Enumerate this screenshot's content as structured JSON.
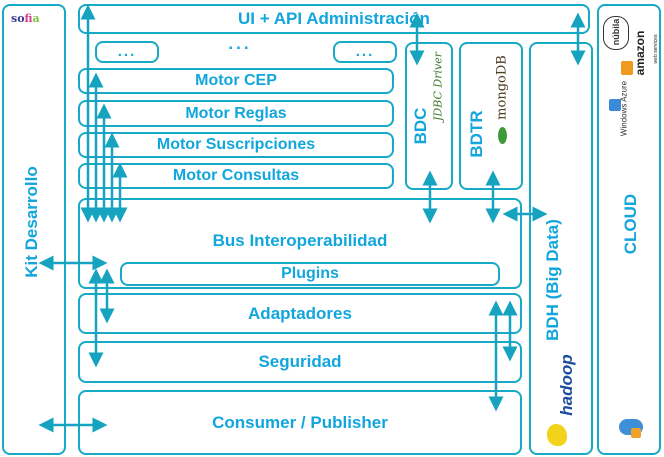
{
  "brand": {
    "logo_text": "sofia"
  },
  "kit": {
    "label": "Kit Desarrollo"
  },
  "admin": {
    "label": "UI + API Administración"
  },
  "placeholders": {
    "small_left": "...",
    "middle": "...",
    "small_right": "..."
  },
  "motors": [
    {
      "label": "Motor CEP"
    },
    {
      "label": "Motor Reglas"
    },
    {
      "label": "Motor Suscripciones"
    },
    {
      "label": "Motor Consultas"
    }
  ],
  "bdc": {
    "label": "BDC",
    "tech": "JDBC Driver"
  },
  "bdtr": {
    "label": "BDTR",
    "tech": "mongoDB"
  },
  "bdh": {
    "label": "BDH (Big Data)",
    "tech": "hadoop"
  },
  "bus": {
    "label": "Bus Interoperabilidad",
    "plugins": "Plugins"
  },
  "layers": [
    {
      "label": "Adaptadores"
    },
    {
      "label": "Seguridad"
    },
    {
      "label": "Consumer / Publisher"
    }
  ],
  "cloud": {
    "label": "CLOUD",
    "providers": [
      {
        "name": "nubila",
        "text": "núbila"
      },
      {
        "name": "amazon",
        "text": "amazon",
        "sub": "web services"
      },
      {
        "name": "azure",
        "text": "Windows Azure"
      }
    ]
  },
  "colors": {
    "accent": "#17a9c6",
    "text": "#12a6dc",
    "arrow": "#15a3bf"
  }
}
